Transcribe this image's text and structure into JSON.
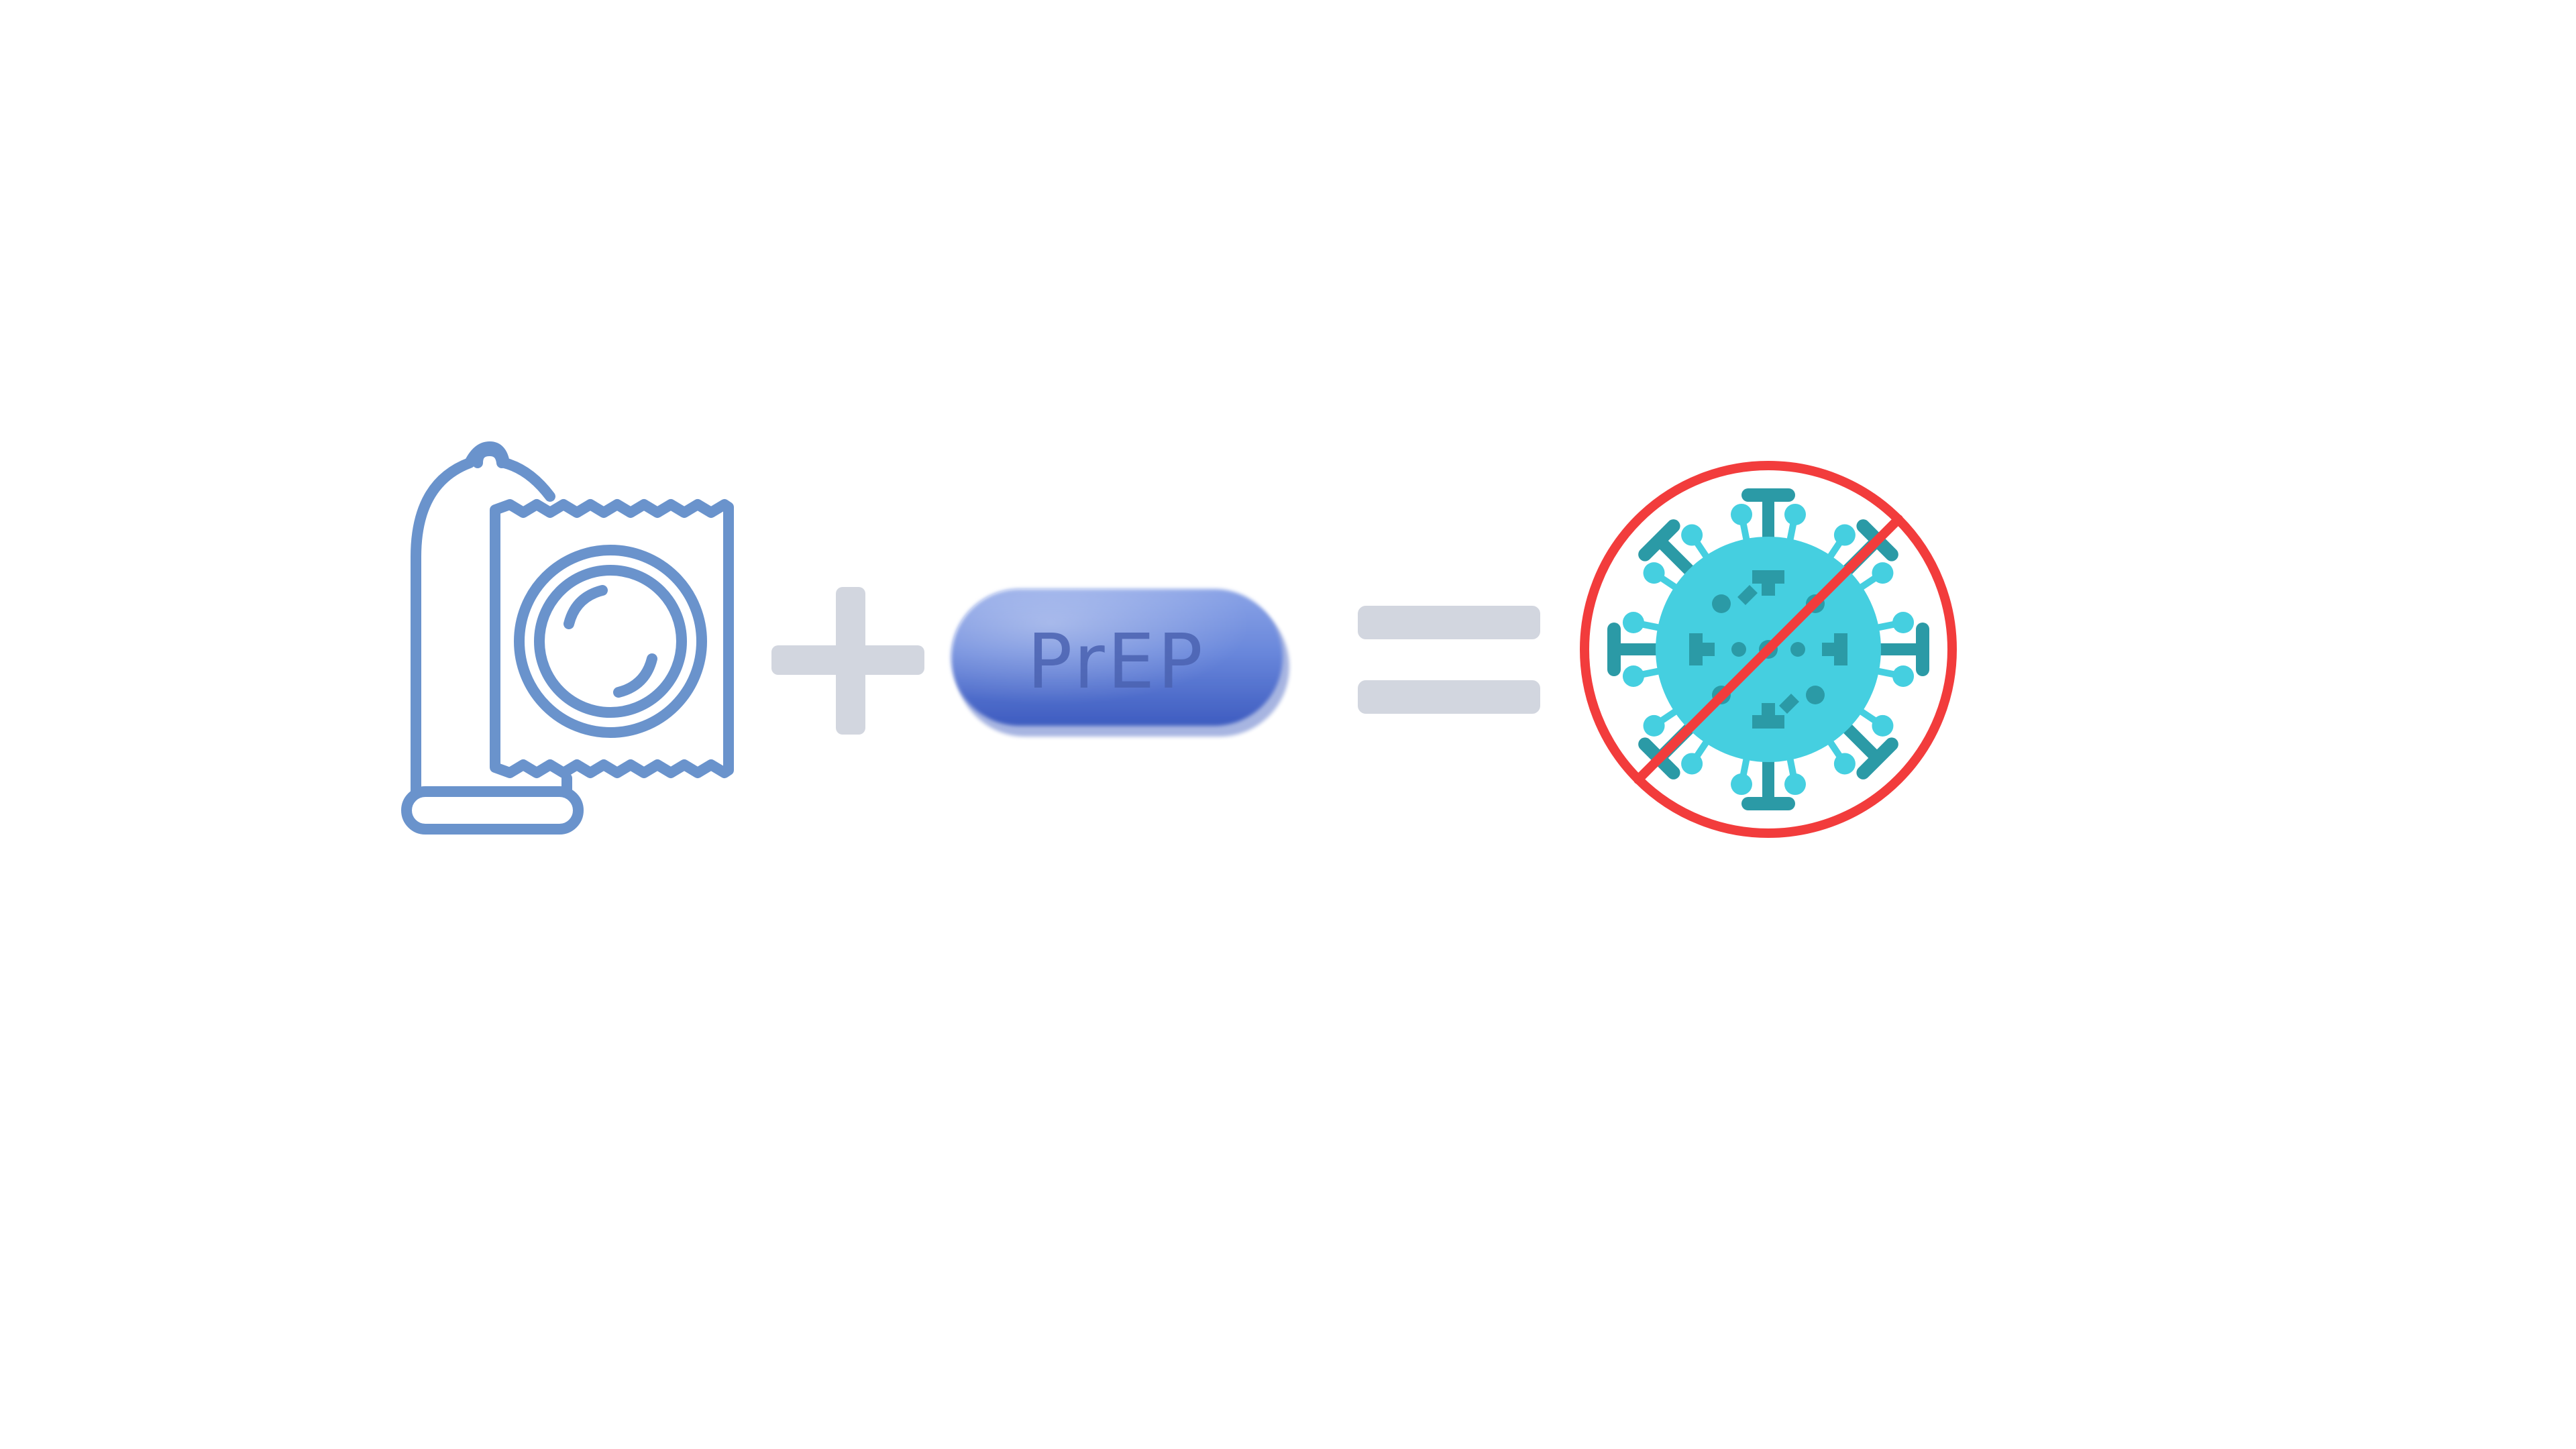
{
  "equation": {
    "terms": [
      {
        "role": "operand",
        "icon": "condom-icon",
        "color": "#6a93cc"
      },
      {
        "role": "operator",
        "symbol": "plus",
        "color": "#d2d6df"
      },
      {
        "role": "operand",
        "icon": "prep-pill-icon",
        "label": "PrEP",
        "color": "#5b7ad0",
        "text_color": "#4a62b0"
      },
      {
        "role": "operator",
        "symbol": "equals",
        "color": "#d2d6df"
      },
      {
        "role": "result",
        "icon": "no-virus-icon",
        "virus_color": "#45cfe0",
        "virus_dark": "#2b9aa6",
        "prohibition_color": "#f23c3c"
      }
    ]
  }
}
